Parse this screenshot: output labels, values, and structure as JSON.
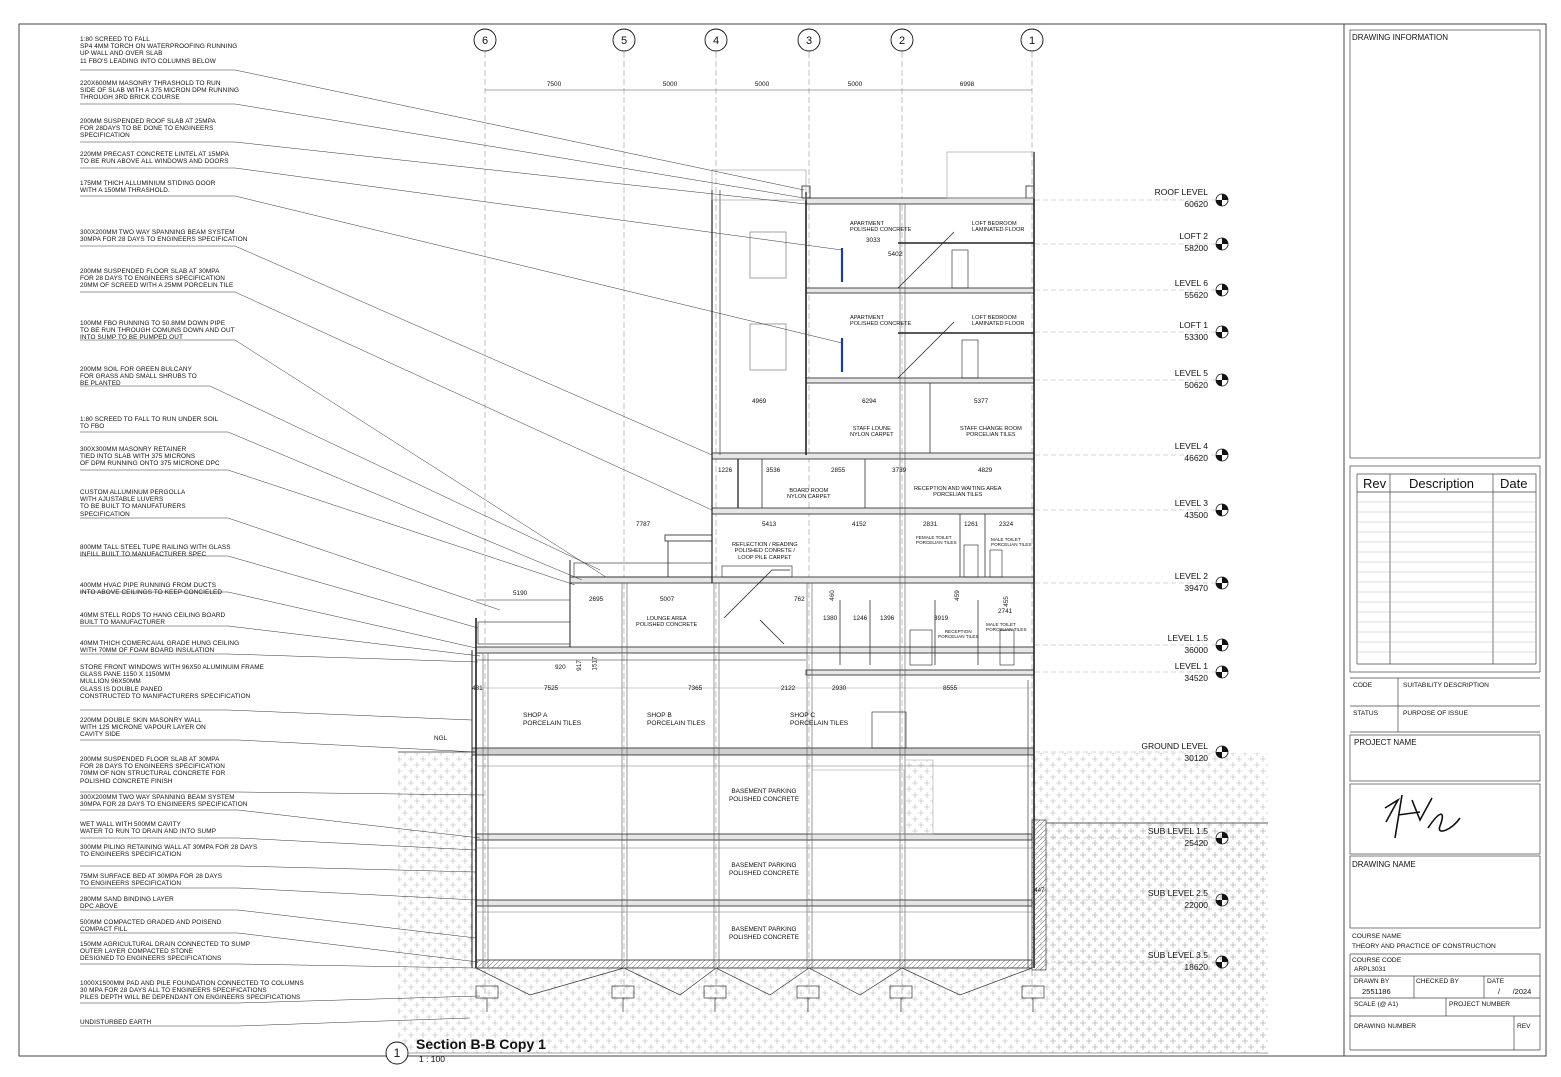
{
  "drawing": {
    "title": "Section B-B Copy 1",
    "scale": "1 : 100",
    "view_number": "1"
  },
  "grid_labels": [
    "6",
    "5",
    "4",
    "3",
    "2",
    "1"
  ],
  "grid_spacings": [
    "7500",
    "5000",
    "5000",
    "5000",
    "6998"
  ],
  "levels": [
    {
      "name": "ROOF LEVEL",
      "value": "60620"
    },
    {
      "name": "LOFT 2",
      "value": "58200"
    },
    {
      "name": "LEVEL 6",
      "value": "55620"
    },
    {
      "name": "LOFT 1",
      "value": "53300"
    },
    {
      "name": "LEVEL 5",
      "value": "50620"
    },
    {
      "name": "LEVEL 4",
      "value": "46620"
    },
    {
      "name": "LEVEL 3",
      "value": "43500"
    },
    {
      "name": "LEVEL 2",
      "value": "39470"
    },
    {
      "name": "LEVEL 1.5",
      "value": "36000"
    },
    {
      "name": "LEVEL 1",
      "value": "34520"
    },
    {
      "name": "GROUND LEVEL",
      "value": "30120"
    },
    {
      "name": "SUB LEVEL 1.5",
      "value": "25420"
    },
    {
      "name": "SUB LEVEL 2.5",
      "value": "22000"
    },
    {
      "name": "SUB LEVEL 3.5",
      "value": "18620"
    }
  ],
  "notes": [
    "1:80 SCREED TO FALL\nSP4 4MM TORCH ON WATERPROOFING RUNNING\nUP WALL AND OVER SLAB\n11 FBO'S LEADING INTO COLUMNS BELOW",
    "220x600mm MASONRY THRASHOLD TO RUN\nSIDE OF SLAB WITH A 375 MICRON DPM RUNNING\nTHROUGH 3RD BRICK COURSE",
    "200mm SUSPENDED ROOF SLAB AT 25MPA\nFOR 28DAYS TO BE DONE TO ENGINEERS\nSPECIFICATION",
    "220mm PRECAST CONCRETE LINTEL AT 15MPA\nTO BE RUN ABOVE ALL WINDOWS AND DOORS",
    "175mm THICH ALLUMINIUM STIDING DOOR\nWITH A 150mm THRASHOLD.",
    "300x200mm TWO WAY SPANNING BEAM SYSTEM\n30MPA FOR 28 DAYS TO ENGINEERS SPECIFICATION",
    "200mm SUSPENDED FLOOR SLAB AT 30MPA\nFOR 28 DAYS TO ENGINEERS SPECIFICATION\n20mm OF SCREED WITH A 25mm PORCELIN TILE",
    "100mm FBO RUNNING TO 50.8mm DOWN PIPE\nTO BE RUN THROUGH COMUNS DOWN AND OUT\nINTO SUMP TO BE PUMPED OUT",
    "200mm SOIL FOR GREEN BULCANY\nFOR GRASS AND SMALL SHRUBS TO\nBE PLANTED",
    "1:80 SCREED TO FALL TO RUN UNDER SOIL\nTO FBO",
    "300x300mm MASONRY RETAINER\nTIED INTO SLAB WITH 375 MICRONS\nOF DPM RUNNING ONTO 375 MICRONE DPC",
    "CUSTOM ALLUMINUM PERGOLLA\nWITH AJUSTABLE LUVERS\nTO BE BUILT TO MANUFATURERS\nSPECIFICATION",
    "800MM TALL STEEL TUPE RAILING WITH GLASS\nINFILL BUILT TO MANUFACTURER SPEC",
    "400MM HVAC PIPE RUNNING FROM DUCTS\nINTO ABOVE CEILINGS TO KEEP CONCIELED",
    "40mm STELL RODS TO HANG CEILING BOARD\nBUILT TO MANUFACTURER",
    "40mm THICH COMERCAIAL GRADE HUNG CEILING\nWITH 70MM OF FOAM BOARD INSULATION",
    "STORE FRONT WINDOWS WITH 96x50 ALUMINUIM FRAME\nGLASS PANE 1150 x 1150mm\nMULLION 96x50mm\nGLASS IS DOUBLE PANED\nCONSTRUCTED TO MANIFACTURERS SPECIFICATION",
    "220mm DOUBLE SKIN MASONRY WALL\nWITH 125 MICRONE VAPOUR LAYER ON\nCAVITY SIDE",
    "200mm SUSPENDED FLOOR SLAB AT 30MPA\nFOR 28 DAYS TO ENGINEERS SPECIFICATION\n70mm OF NON STRUCTURAL CONCRETE FOR\nPOLISHID CONCRETE FINISH",
    "300x200mm TWO WAY SPANNING BEAM SYSTEM\n30MPA FOR 28 DAYS TO ENGINEERS SPECIFICATION",
    "WET WALL WITH 500mm CAVITY\nWATER TO RUN TO DRAIN AND INTO SUMP",
    "300MM PILING RETAINING WALL AT 30MPA FOR 28 DAYS\nTO ENGINEERS SPECIFICATION",
    "75mm SURFACE BED AT 30MPA FOR 28 DAYS\nTO ENGINEERS SPECIFICATION",
    "280mm SAND BINDING LAYER\nDPC ABOVE",
    "500mm COMPACTED GRADED AND POISEND\nCOMPACT FILL",
    "150MM AGRICULTURAL DRAIN CONNECTED TO SUMP\nOUTER LAYER COMPACTED STONE\nDESIGNED TO ENGINEERS SPECIFICATIONS",
    "1000x1500mm PAD AND PILE FOUNDATION CONNECTED TO COLUMNS\n30 MPA FOR 28 DAYS ALL TO ENGINEERS SPECIFICATIONS\nPILES DEPTH WILL BE DEPENDANT ON ENGINEERS SPECIFICATIONS",
    "UNDISTURBED EARTH"
  ],
  "rooms": [
    "APARTMENT\nPOLISHED CONCRETE",
    "LOFT BEDROOM\nLAMINATED FLOOR",
    "APARTMENT\nPOLISHED CONCRETE",
    "LOFT BEDROOM\nLAMINATED FLOOR",
    "STAFF LOUNE\nNYLON CARPET",
    "STAFF CHANGE ROOM\nPORCELIAN TILES",
    "BOARD ROOM\nNYLON CARPET",
    "RECEPTION AND WAITING AREA\nPORCELIAN TILES",
    "REFLECTION / READING\nPOLISHED CONRETE /\nLOOP PILE CARPET",
    "FEMALE TOILET\nPORCELIAN TILES",
    "MALE TOILET\nPORCELIAN TILES",
    "LOUNGE AREA\nPOLISHED CONCRETE",
    "RECEPTION\nPORCELIAN TILES",
    "MALE TOILET\nPORCELIAN TILES",
    "SHOP A\nPORCELAIN TILES",
    "SHOP B\nPORCELAIN TILES",
    "SHOP C\nPORCELAIN TILES",
    "BASEMENT PARKING\nPOLISHED CONCRETE",
    "BASEMENT PARKING\nPOLISHED CONCRETE",
    "BASEMENT PARKING\nPOLISHED CONCRETE"
  ],
  "dims": [
    "3033",
    "5402",
    "4969",
    "6294",
    "5377",
    "1226",
    "3536",
    "2855",
    "3739",
    "4829",
    "7787",
    "5413",
    "4152",
    "2831",
    "1261",
    "2324",
    "5190",
    "2695",
    "5007",
    "762",
    "1380",
    "1246",
    "1396",
    "3919",
    "2741",
    "920",
    "917",
    "1517",
    "481",
    "7525",
    "7365",
    "2122",
    "2930",
    "8555",
    "447",
    "460",
    "459",
    "455"
  ],
  "ngl_label": "NGL",
  "title_block": {
    "drawing_information": "DRAWING INFORMATION",
    "rev_headers": [
      "Rev",
      "Description",
      "Date"
    ],
    "code_label": "CODE",
    "suitability_label": "SUITABILITY DESCRIPTION",
    "status_label": "STATUS",
    "purpose_label": "PURPOSE OF ISSUE",
    "project_name_label": "PROJECT NAME",
    "signature": "signature",
    "drawing_name_label": "DRAWING NAME",
    "course_name_label": "COURSE NAME",
    "course_name": "THEORY AND PRACTICE OF CONSTRUCTION",
    "course_code_label": "COURSE CODE",
    "course_code": "ARPL3031",
    "drawn_by_label": "DRAWN BY",
    "drawn_by": "2551186",
    "checked_by_label": "CHECKED BY",
    "date_label": "DATE",
    "date_value": "/      /2024",
    "scale_label": "SCALE (@ A1)",
    "project_number_label": "PROJECT NUMBER",
    "drawing_number_label": "DRAWING NUMBER",
    "rev_label": "REV"
  }
}
